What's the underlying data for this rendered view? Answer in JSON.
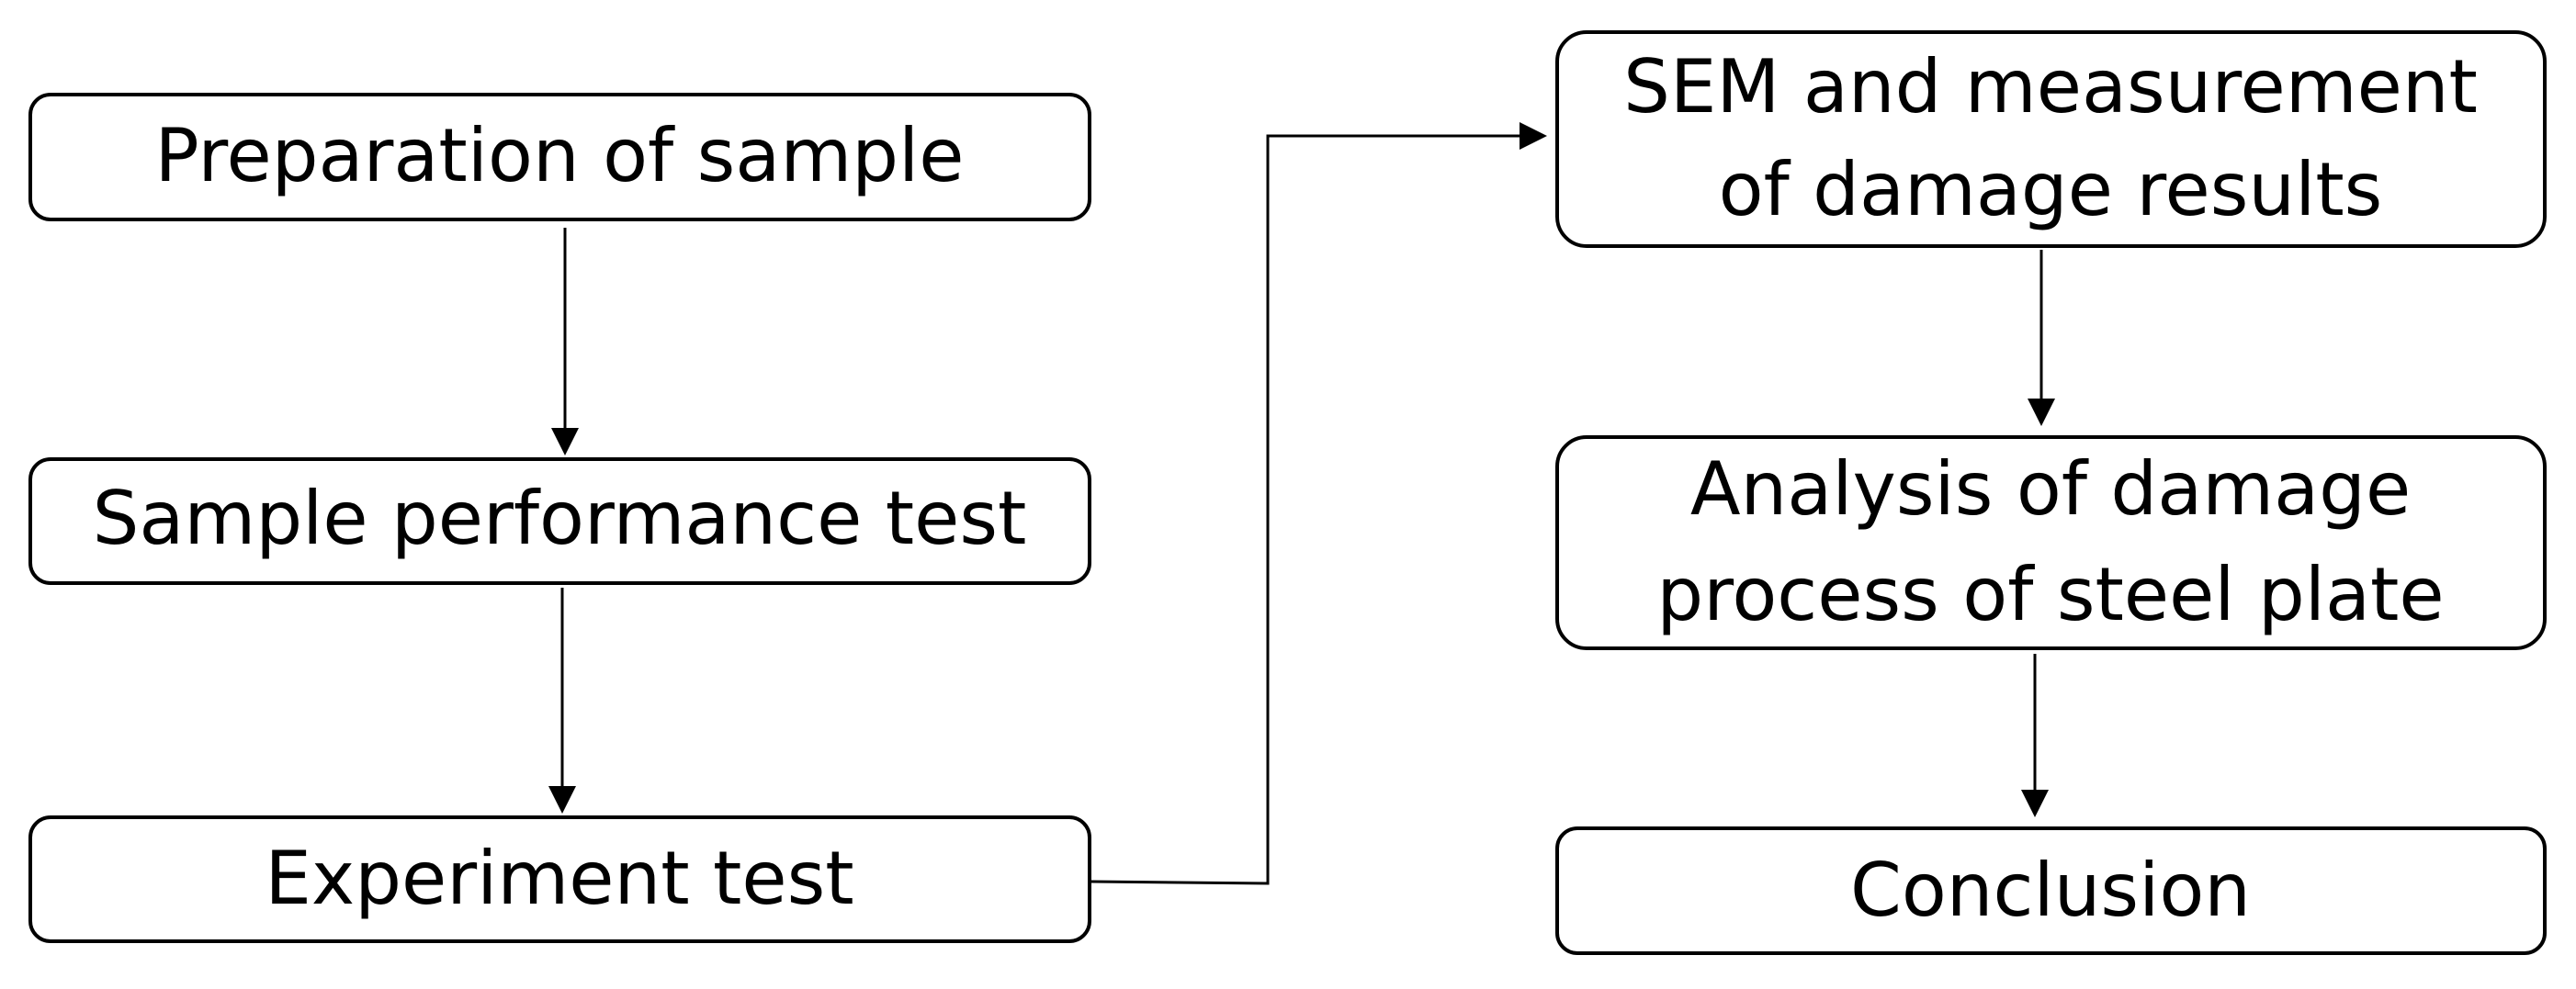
{
  "diagram": {
    "type": "flowchart",
    "nodes": {
      "preparation": {
        "lines": [
          "Preparation of sample"
        ]
      },
      "performance": {
        "lines": [
          "Sample performance test"
        ]
      },
      "experiment": {
        "lines": [
          "Experiment test"
        ]
      },
      "sem": {
        "lines": [
          "SEM and measurement",
          "of damage results"
        ]
      },
      "analysis": {
        "lines": [
          "Analysis of damage",
          "process of steel plate"
        ]
      },
      "conclusion": {
        "lines": [
          "Conclusion"
        ]
      }
    },
    "edges": [
      {
        "from": "preparation",
        "to": "performance"
      },
      {
        "from": "performance",
        "to": "experiment"
      },
      {
        "from": "experiment",
        "to": "sem"
      },
      {
        "from": "sem",
        "to": "analysis"
      },
      {
        "from": "analysis",
        "to": "conclusion"
      }
    ],
    "colors": {
      "stroke": "#000000",
      "fill": "#ffffff",
      "text": "#000000"
    }
  }
}
